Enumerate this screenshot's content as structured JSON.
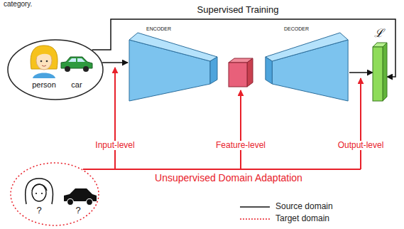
{
  "diagram": {
    "nodes": [
      {
        "text": [
          "person",
          "car"
        ]
      },
      {
        "text": [
          "ENCODER"
        ]
      },
      {
        "text": [
          "DECODER"
        ]
      },
      {
        "text": [
          "ℒ"
        ]
      },
      {
        "text": [
          "?",
          "?"
        ]
      }
    ],
    "edges": [
      {
        "from": 0,
        "to": 1,
        "arrow": "to"
      },
      {
        "from": 2,
        "to": 3,
        "arrow": "to"
      },
      {
        "from": 0,
        "to": 3,
        "arrow": "to",
        "label": "Supervised Training"
      }
    ],
    "labels": [
      "category.",
      "Input-level",
      "Feature-level",
      "Output-level",
      "Unsupervised Domain Adaptation"
    ],
    "legend": [
      {
        "text": "Source domain"
      },
      {
        "text": "Target domain"
      }
    ]
  }
}
